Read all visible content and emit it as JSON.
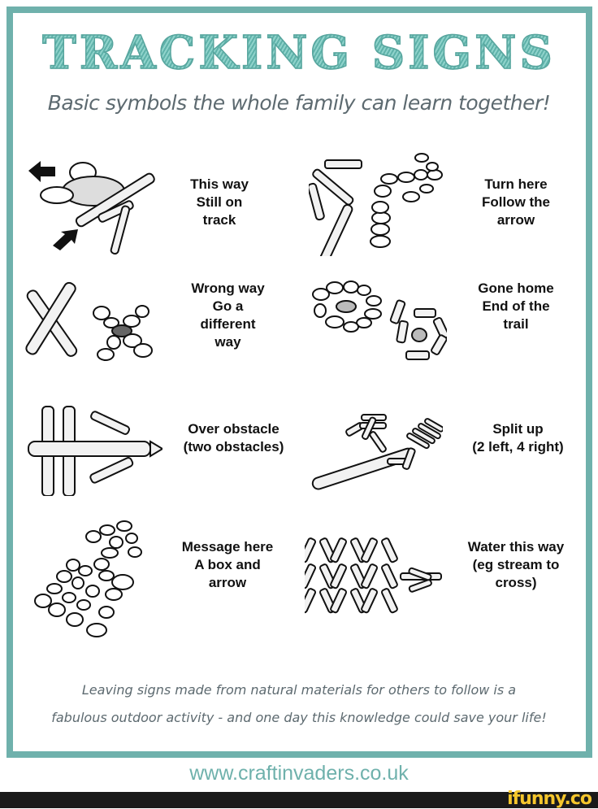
{
  "header": {
    "title": "TRACKING SIGNS",
    "subtitle": "Basic symbols the whole family can learn together!"
  },
  "signs": [
    {
      "id": "this-way",
      "label": "This way\nStill on\ntrack",
      "icon": "rocks-and-sticks-arrow-icon"
    },
    {
      "id": "turn-here",
      "label": "Turn here\nFollow the\narrow",
      "icon": "turn-arrow-icon"
    },
    {
      "id": "wrong-way",
      "label": "Wrong way\nGo a\ndifferent\nway",
      "icon": "x-cross-icon"
    },
    {
      "id": "gone-home",
      "label": "Gone home\nEnd of the\ntrail",
      "icon": "circle-with-center-icon"
    },
    {
      "id": "over-obstacle",
      "label": "Over obstacle\n(two obstacles)",
      "icon": "obstacle-sticks-icon"
    },
    {
      "id": "split-up",
      "label": "Split up\n(2 left, 4 right)",
      "icon": "split-sticks-icon"
    },
    {
      "id": "message-here",
      "label": "Message here\nA box and\narrow",
      "icon": "stone-box-arrow-icon"
    },
    {
      "id": "water-this-way",
      "label": "Water this way\n(eg stream to\ncross)",
      "icon": "chevron-sticks-icon"
    }
  ],
  "footer": {
    "line1": "Leaving signs made from natural materials for others to follow is a",
    "line2": "fabulous outdoor activity - and one day this knowledge could save your life!"
  },
  "source_url": "www.craftinvaders.co.uk",
  "watermark": "ifunny.co",
  "colors": {
    "frame": "#6fb1ac",
    "title": "#7cc6bf",
    "subtitle": "#5d6a70",
    "label": "#111111",
    "watermark": "#f5c62c"
  }
}
